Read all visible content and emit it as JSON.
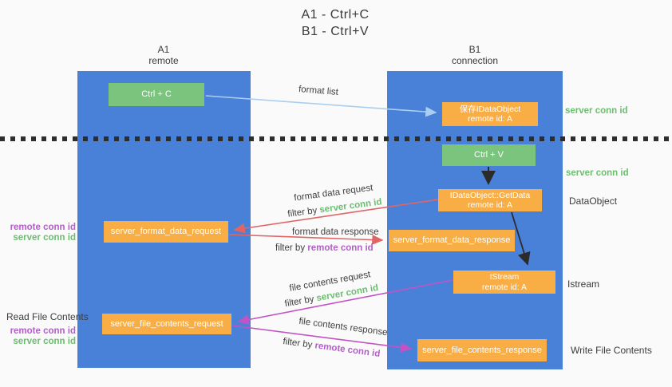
{
  "title": {
    "line1": "A1 - Ctrl+C",
    "line2": "B1 - Ctrl+V"
  },
  "lanes": {
    "a1": {
      "name": "A1",
      "subtitle": "remote"
    },
    "b1": {
      "name": "B1",
      "subtitle": "connection"
    }
  },
  "nodes": {
    "ctrl_c": {
      "label": "Ctrl + C"
    },
    "ctrl_v": {
      "label": "Ctrl + V"
    },
    "save_dataobject": {
      "line1": "保存IDataObject",
      "line2": "remote id: A"
    },
    "getdata": {
      "line1": "IDataObject::GetData",
      "line2": "remote id: A"
    },
    "istream": {
      "line1": "IStream",
      "line2": "remote id: A"
    },
    "server_format_data_request": {
      "label": "server_format_data_request"
    },
    "server_format_data_response": {
      "label": "server_format_data_response"
    },
    "server_file_contents_request": {
      "label": "server_file_contents_request"
    },
    "server_file_contents_response": {
      "label": "server_file_contents_response"
    }
  },
  "arrow_labels": {
    "format_list": "format list",
    "format_data_request": "format data request",
    "format_data_response": "format data response",
    "file_contents_request": "file contents request",
    "file_contents_response": "file contents response",
    "filter_by": "filter by",
    "server_conn_id": "server conn id",
    "remote_conn_id": "remote conn id"
  },
  "side_labels": {
    "server_conn_id_top": "server conn id",
    "server_conn_id_mid": "server conn id",
    "dataobject": "DataObject",
    "istream": "Istream",
    "read_file_contents": "Read File Contents",
    "write_file_contents": "Write File Contents",
    "remote_conn_id": "remote conn id",
    "server_conn_id": "server conn id"
  },
  "colors": {
    "background": "#fafafa",
    "lane_blue": "#4a81d8",
    "node_green": "#7bc47e",
    "node_orange": "#f9ae45",
    "text_dark": "#3d3d3d",
    "label_green": "#69bf6e",
    "label_purple": "#b25fc6",
    "arrow_blue": "#a9cef0",
    "arrow_red": "#e06666",
    "arrow_magenta": "#c253c5",
    "arrow_black": "#2b2b2b",
    "divider_dark": "#2d2d2d"
  }
}
